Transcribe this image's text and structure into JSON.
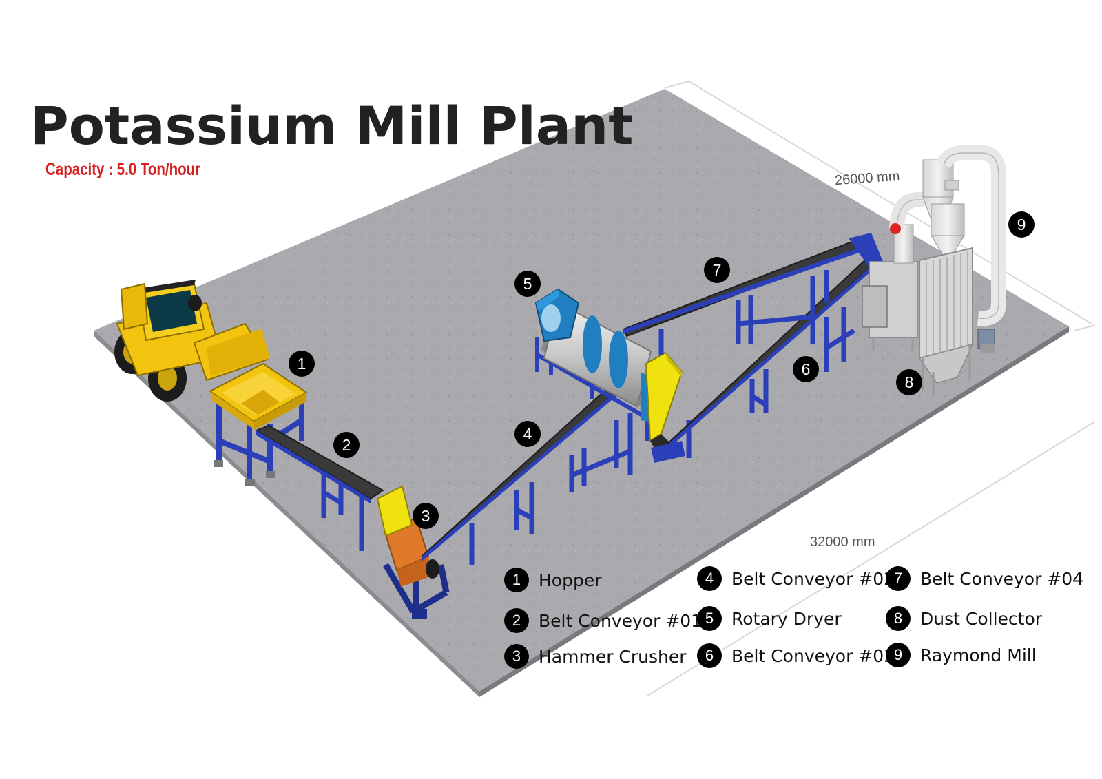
{
  "title": "Potassium Mill Plant",
  "capacity": "Capacity : 5.0 Ton/hour",
  "dimensions": {
    "width": "26000 mm",
    "length": "32000 mm"
  },
  "callouts": [
    "1",
    "2",
    "3",
    "4",
    "5",
    "6",
    "7",
    "8",
    "9"
  ],
  "legend": [
    {
      "num": "1",
      "label": "Hopper"
    },
    {
      "num": "2",
      "label": "Belt Conveyor #01"
    },
    {
      "num": "3",
      "label": "Hammer Crusher"
    },
    {
      "num": "4",
      "label": "Belt Conveyor #02"
    },
    {
      "num": "5",
      "label": "Rotary Dryer"
    },
    {
      "num": "6",
      "label": "Belt Conveyor #03"
    },
    {
      "num": "7",
      "label": "Belt Conveyor #04"
    },
    {
      "num": "8",
      "label": "Dust Collector"
    },
    {
      "num": "9",
      "label": "Raymond Mill"
    }
  ],
  "colors": {
    "title": "#222222",
    "capacity": "#d42020",
    "floor": "#a9a9ad",
    "frame": "#2a3fb8",
    "belt": "#3a3a3a",
    "machine_yellow": "#f2c40f",
    "machine_blue": "#1f7fc0",
    "crusher_orange": "#e07a2a"
  },
  "icons": [
    "wheel-loader-icon",
    "hopper-icon",
    "conveyor-icon",
    "hammer-crusher-icon",
    "rotary-dryer-icon",
    "bucket-elevator-icon",
    "cyclone-icon",
    "dust-collector-icon",
    "raymond-mill-icon"
  ]
}
